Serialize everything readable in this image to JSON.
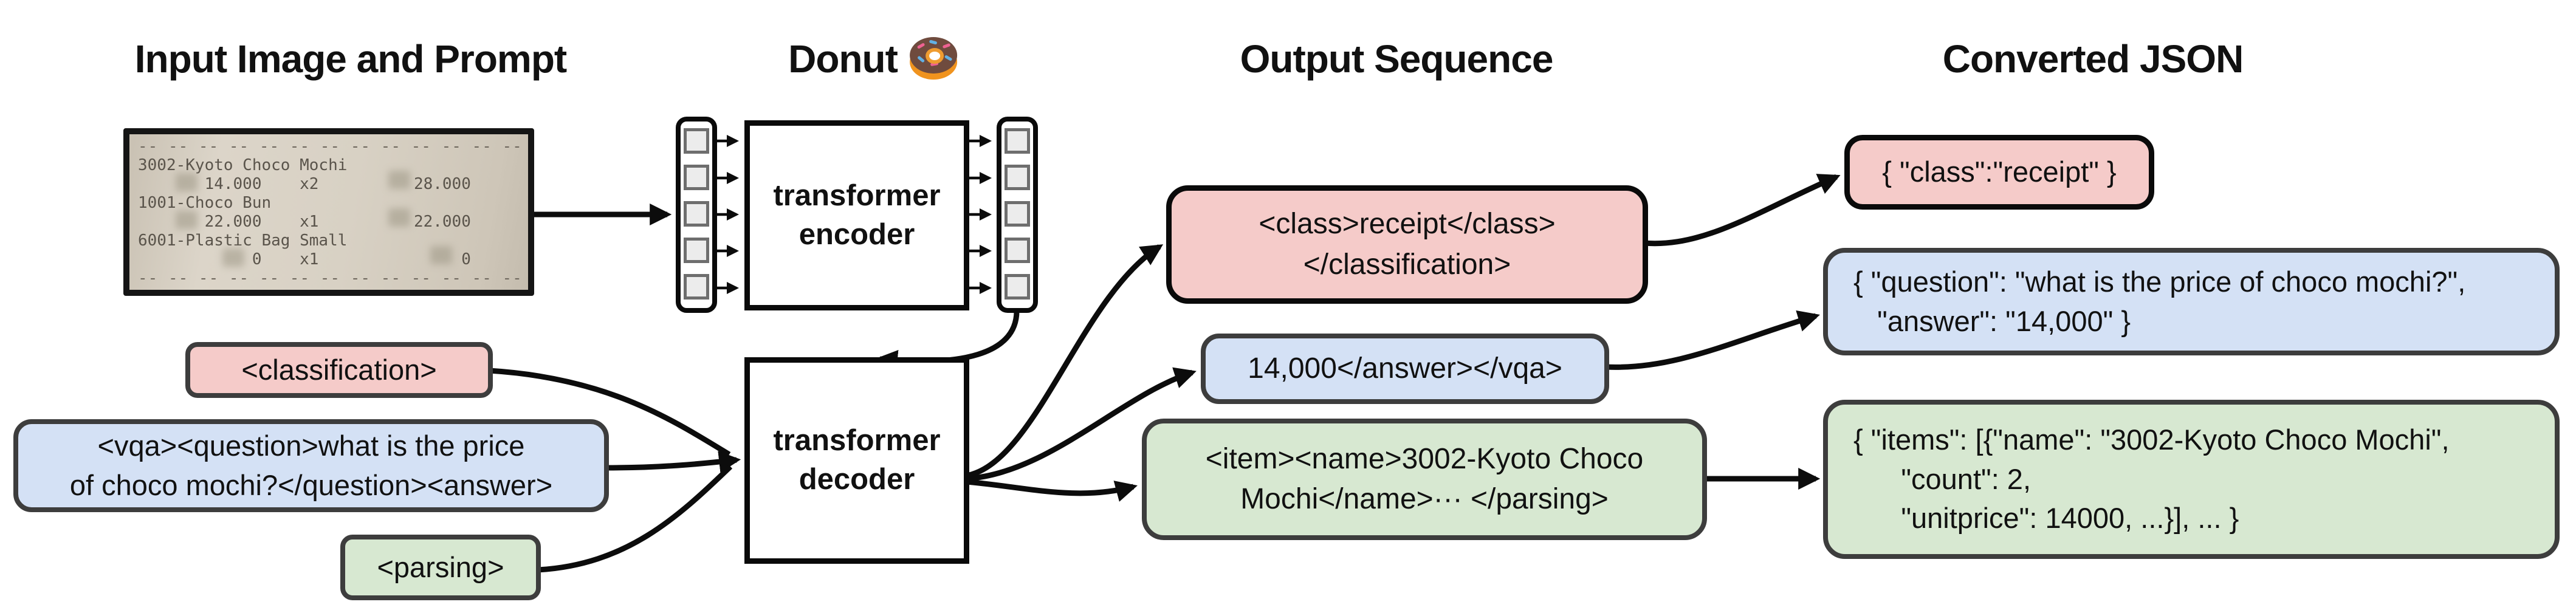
{
  "headers": {
    "input": "Input Image and Prompt",
    "model": "Donut",
    "output": "Output Sequence",
    "json": "Converted JSON"
  },
  "model": {
    "encoder_label": "transformer\nencoder",
    "decoder_label": "transformer\ndecoder",
    "donut_icon": "donut-emoji"
  },
  "receipt": {
    "lines": [
      "-- -- -- -- -- -- -- -- -- -- -- -- --",
      "3002-Kyoto Choco Mochi",
      "       14.000    x2          28.000",
      "1001-Choco Bun",
      "       22.000    x1          22.000",
      "6001-Plastic Bag Small",
      "            0    x1               0",
      "-- -- -- -- -- -- -- -- -- -- -- -- --"
    ]
  },
  "prompts": {
    "classification": "<classification>",
    "vqa": "<vqa><question>what is the price\nof choco mochi?</question><answer>",
    "parsing": "<parsing>"
  },
  "outputs": {
    "classification": "<class>receipt</class>\n</classification>",
    "vqa": "14,000</answer></vqa>",
    "parsing": "<item><name>3002-Kyoto Choco\nMochi</name>··· </parsing>"
  },
  "json_outputs": {
    "classification": "{ \"class\":\"receipt\" }",
    "vqa": "{ \"question\": \"what is the price of choco mochi?\",\n   \"answer\": \"14,000\" }",
    "parsing": "{ \"items\": [{\"name\": \"3002-Kyoto Choco Mochi\",\n      \"count\": 2,\n      \"unitprice\": 14000, ...}], ... }"
  },
  "colors": {
    "pink_fill": "#f5cbc9",
    "blue_fill": "#d4e1f5",
    "green_fill": "#d7e8d1",
    "box_border": "#3d3d3d",
    "black_border": "#0a0a0a",
    "arrow": "#0c0c0c"
  }
}
